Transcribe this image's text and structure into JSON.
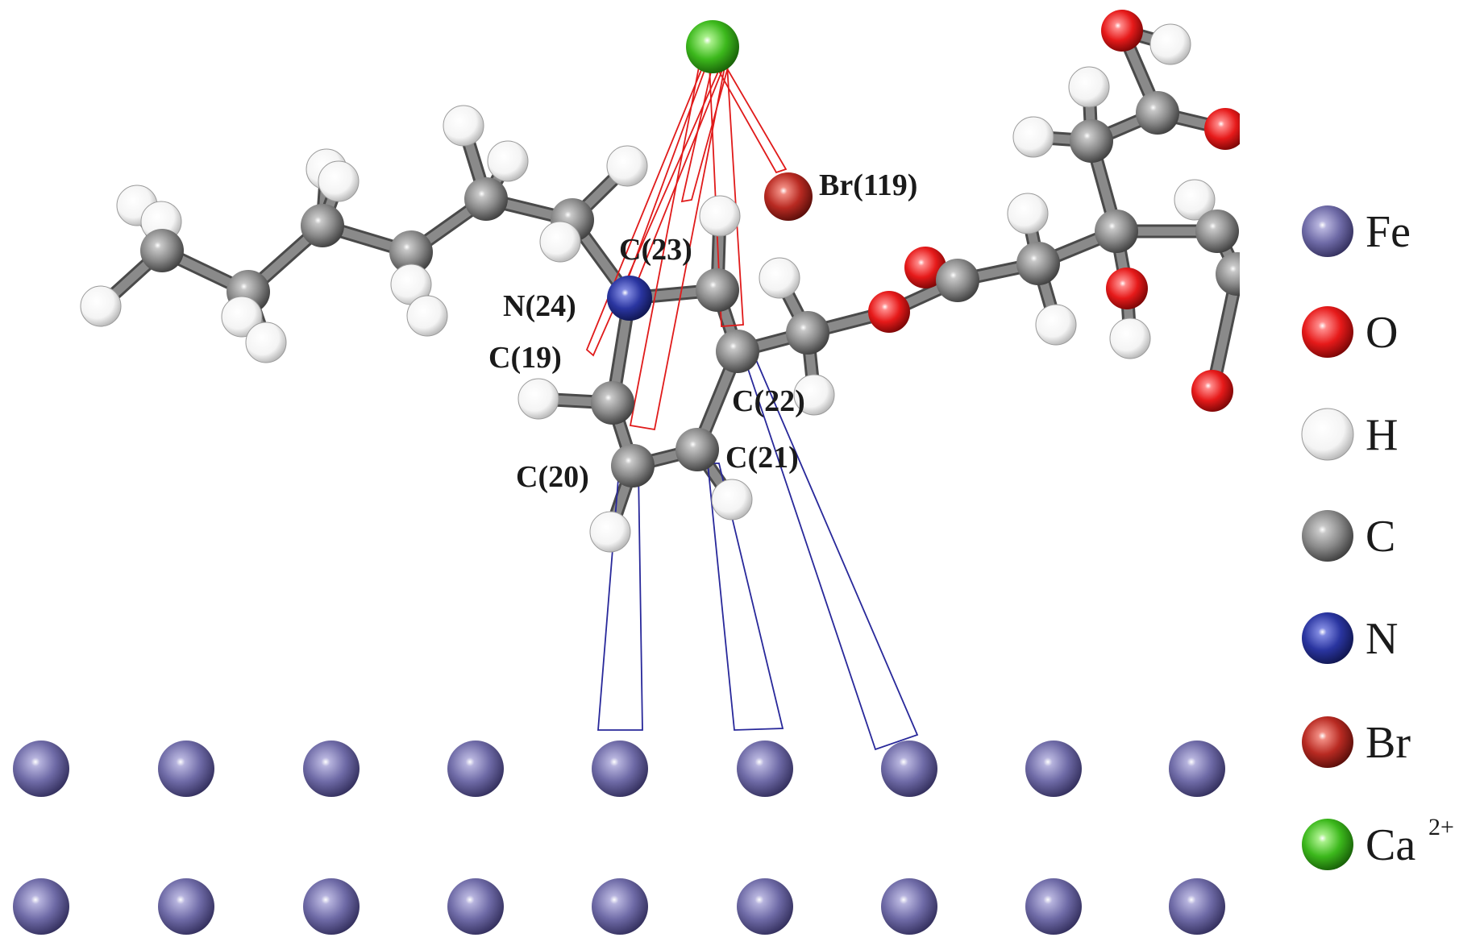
{
  "colors": {
    "Fe": "#6e6aa6",
    "O": "#e61a1a",
    "H": "#ffffff",
    "C": "#8a8a8a",
    "N": "#2a35a0",
    "Br": "#b82a22",
    "Ca": "#3cb81c",
    "red_contact": "#e01a1a",
    "blue_contact": "#28289a",
    "bond": "#8a8a8a"
  },
  "labels": {
    "br119": "Br(119)",
    "c23": "C(23)",
    "n24": "N(24)",
    "c19": "C(19)",
    "c22": "C(22)",
    "c21": "C(21)",
    "c20": "C(20)"
  },
  "legend": [
    {
      "element": "Fe",
      "label": "Fe",
      "sup": ""
    },
    {
      "element": "O",
      "label": "O",
      "sup": ""
    },
    {
      "element": "H",
      "label": "H",
      "sup": ""
    },
    {
      "element": "C",
      "label": "C",
      "sup": ""
    },
    {
      "element": "N",
      "label": "N",
      "sup": ""
    },
    {
      "element": "Br",
      "label": "Br",
      "sup": ""
    },
    {
      "element": "Ca",
      "label": "Ca",
      "sup": "2+"
    }
  ]
}
